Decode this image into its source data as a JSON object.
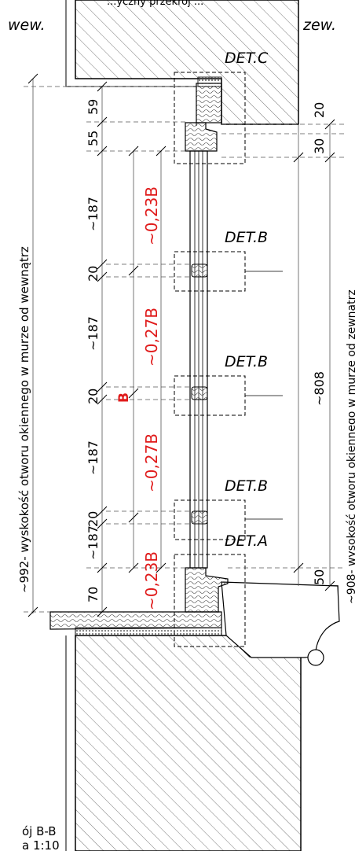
{
  "header": {
    "partial_top_text": "...yczny przekrój ...",
    "inside": "wew.",
    "outside": "zew."
  },
  "details": {
    "c": "DET.C",
    "b1": "DET.B",
    "b2": "DET.B",
    "b3": "DET.B",
    "a": "DET.A"
  },
  "inner_dims": {
    "d59": "59",
    "d55": "55",
    "d187_1": "~187",
    "d20_1": "20",
    "d187_2": "~187",
    "d20_2": "20",
    "d187_3": "~187",
    "d20_3": "20",
    "d187_4": "~187",
    "d70": "70"
  },
  "red_dims": {
    "r1": "~0,23B",
    "r2": "~0,27B",
    "r3": "~0,27B",
    "r4": "~0,23B",
    "b_mark": "B"
  },
  "outer_dims": {
    "d20": "20",
    "d30": "30",
    "d808": "~808",
    "d50": "50"
  },
  "long_dims": {
    "left": "~992- wyskokość otworu okiennego w murze od wewnątrz",
    "right": "~908- wysokość otworu okiennego w murze od zewnatrz"
  },
  "caption": {
    "line1": "ój B-B",
    "line2": "a 1:10"
  },
  "colors": {
    "line": "#000000",
    "dim_line": "#666666",
    "red_text": "#e01b1b",
    "hatch": "#555555"
  }
}
